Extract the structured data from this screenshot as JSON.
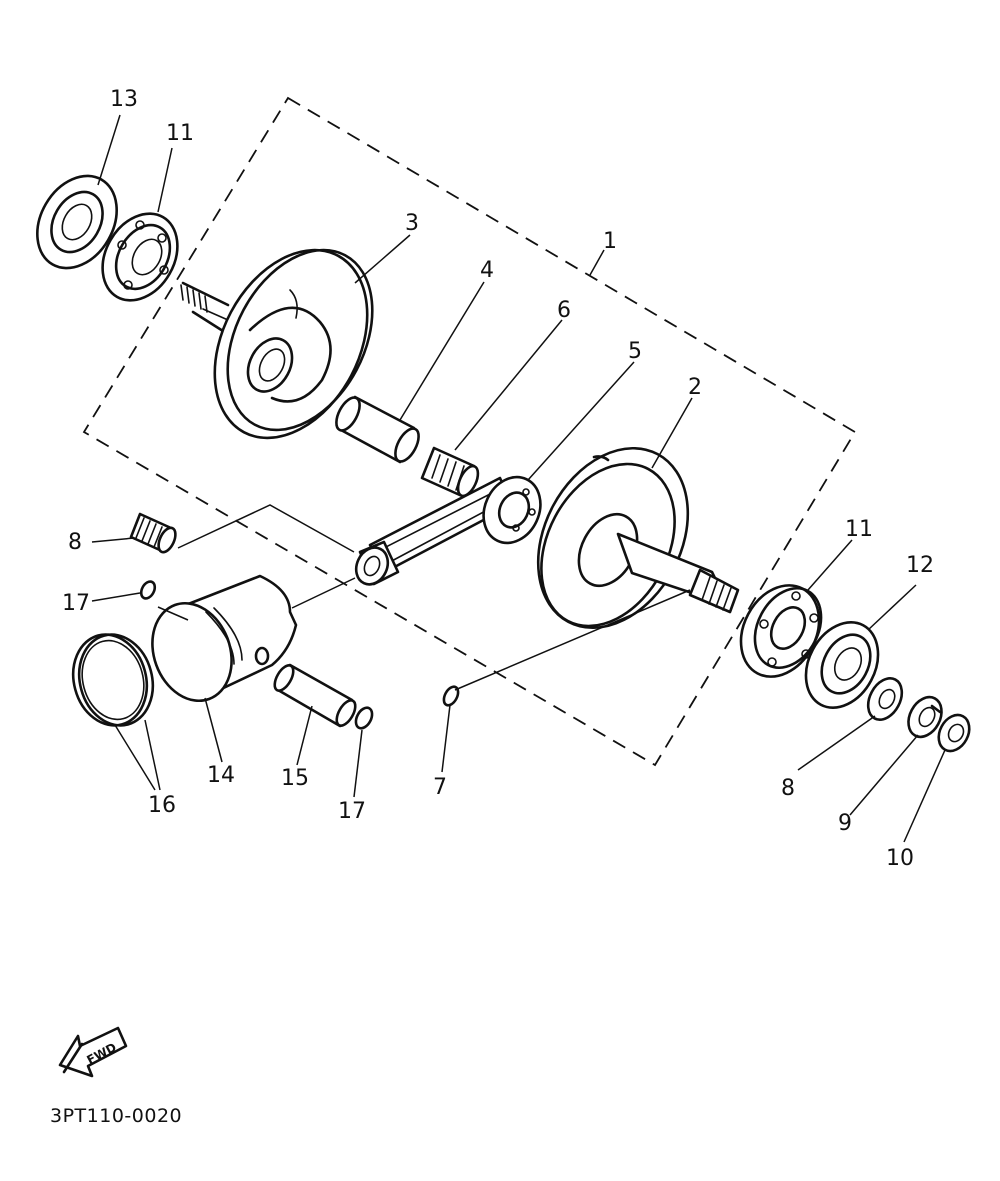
{
  "callouts": {
    "c1": "1",
    "c2": "2",
    "c3": "3",
    "c4": "4",
    "c5": "5",
    "c6": "6",
    "c7": "7",
    "c8a": "8",
    "c8b": "8",
    "c9": "9",
    "c10": "10",
    "c11a": "11",
    "c11b": "11",
    "c12": "12",
    "c13": "13",
    "c14": "14",
    "c15": "15",
    "c16": "16",
    "c17a": "17",
    "c17b": "17"
  },
  "direction_badge": "FWD",
  "diagram_code": "3PT110-0020"
}
